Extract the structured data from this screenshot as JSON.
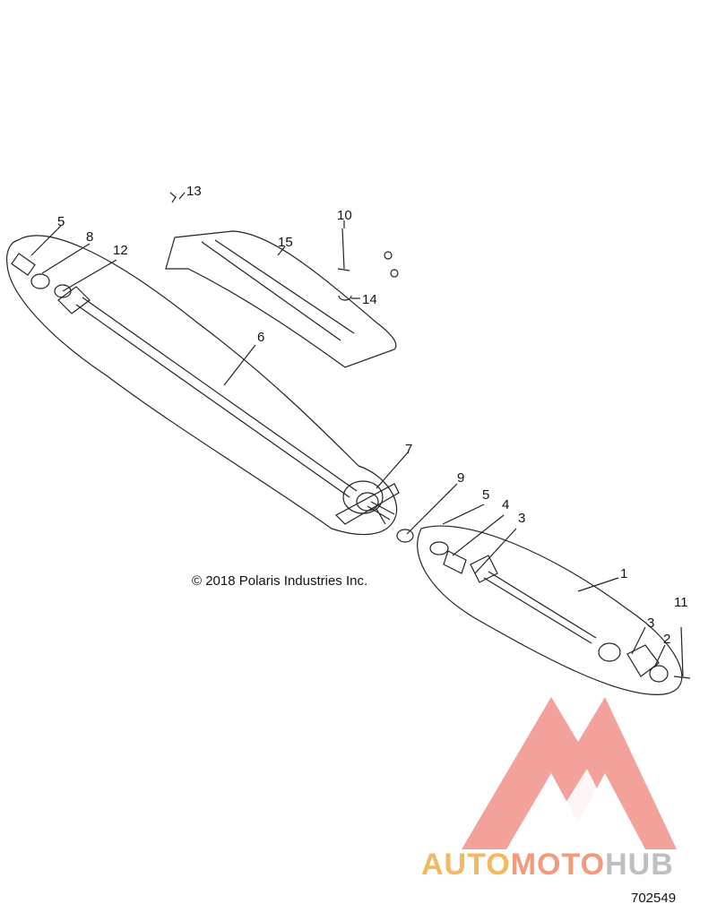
{
  "copyright": "© 2018 Polaris Industries Inc.",
  "document_number": "702549",
  "callouts": {
    "c1": "1",
    "c2": "2",
    "c3a": "3",
    "c3b": "3",
    "c4": "4",
    "c5a": "5",
    "c5b": "5",
    "c6": "6",
    "c7": "7",
    "c8": "8",
    "c9": "9",
    "c10": "10",
    "c11": "11",
    "c12": "12",
    "c13": "13",
    "c14": "14",
    "c15": "15"
  },
  "watermark": {
    "part1": "AUTO",
    "part2": "MOTO",
    "part3": "HUB",
    "colors": {
      "auto": "#f3b860",
      "moto": "#f39a7a",
      "hub": "#bfbfbf",
      "logo": "#f0908a"
    }
  }
}
